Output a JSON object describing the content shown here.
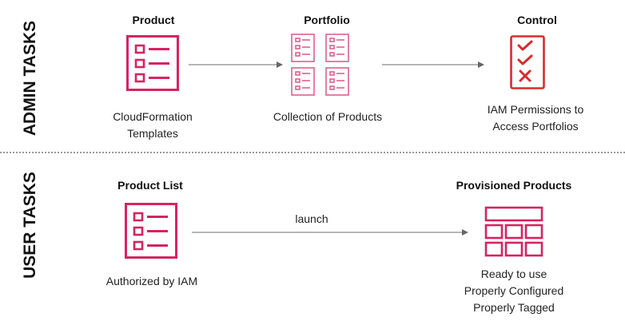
{
  "admin": {
    "side_label": "ADMIN TASKS",
    "product": {
      "title": "Product",
      "caption_line1": "CloudFormation",
      "caption_line2": "Templates"
    },
    "portfolio": {
      "title": "Portfolio",
      "caption": "Collection of Products"
    },
    "control": {
      "title": "Control",
      "caption_line1": "IAM Permissions to",
      "caption_line2": "Access Portfolios"
    }
  },
  "user": {
    "side_label": "USER TASKS",
    "product_list": {
      "title": "Product List",
      "caption": "Authorized by IAM"
    },
    "arrow_label": "launch",
    "provisioned": {
      "title": "Provisioned Products",
      "caption_line1": "Ready to use",
      "caption_line2": "Properly Configured",
      "caption_line3": "Properly Tagged"
    }
  },
  "colors": {
    "accent": "#d6245f",
    "control_red": "#d92b2b",
    "portfolio_pink": "#e0608a",
    "arrow": "#8a8a8a"
  }
}
